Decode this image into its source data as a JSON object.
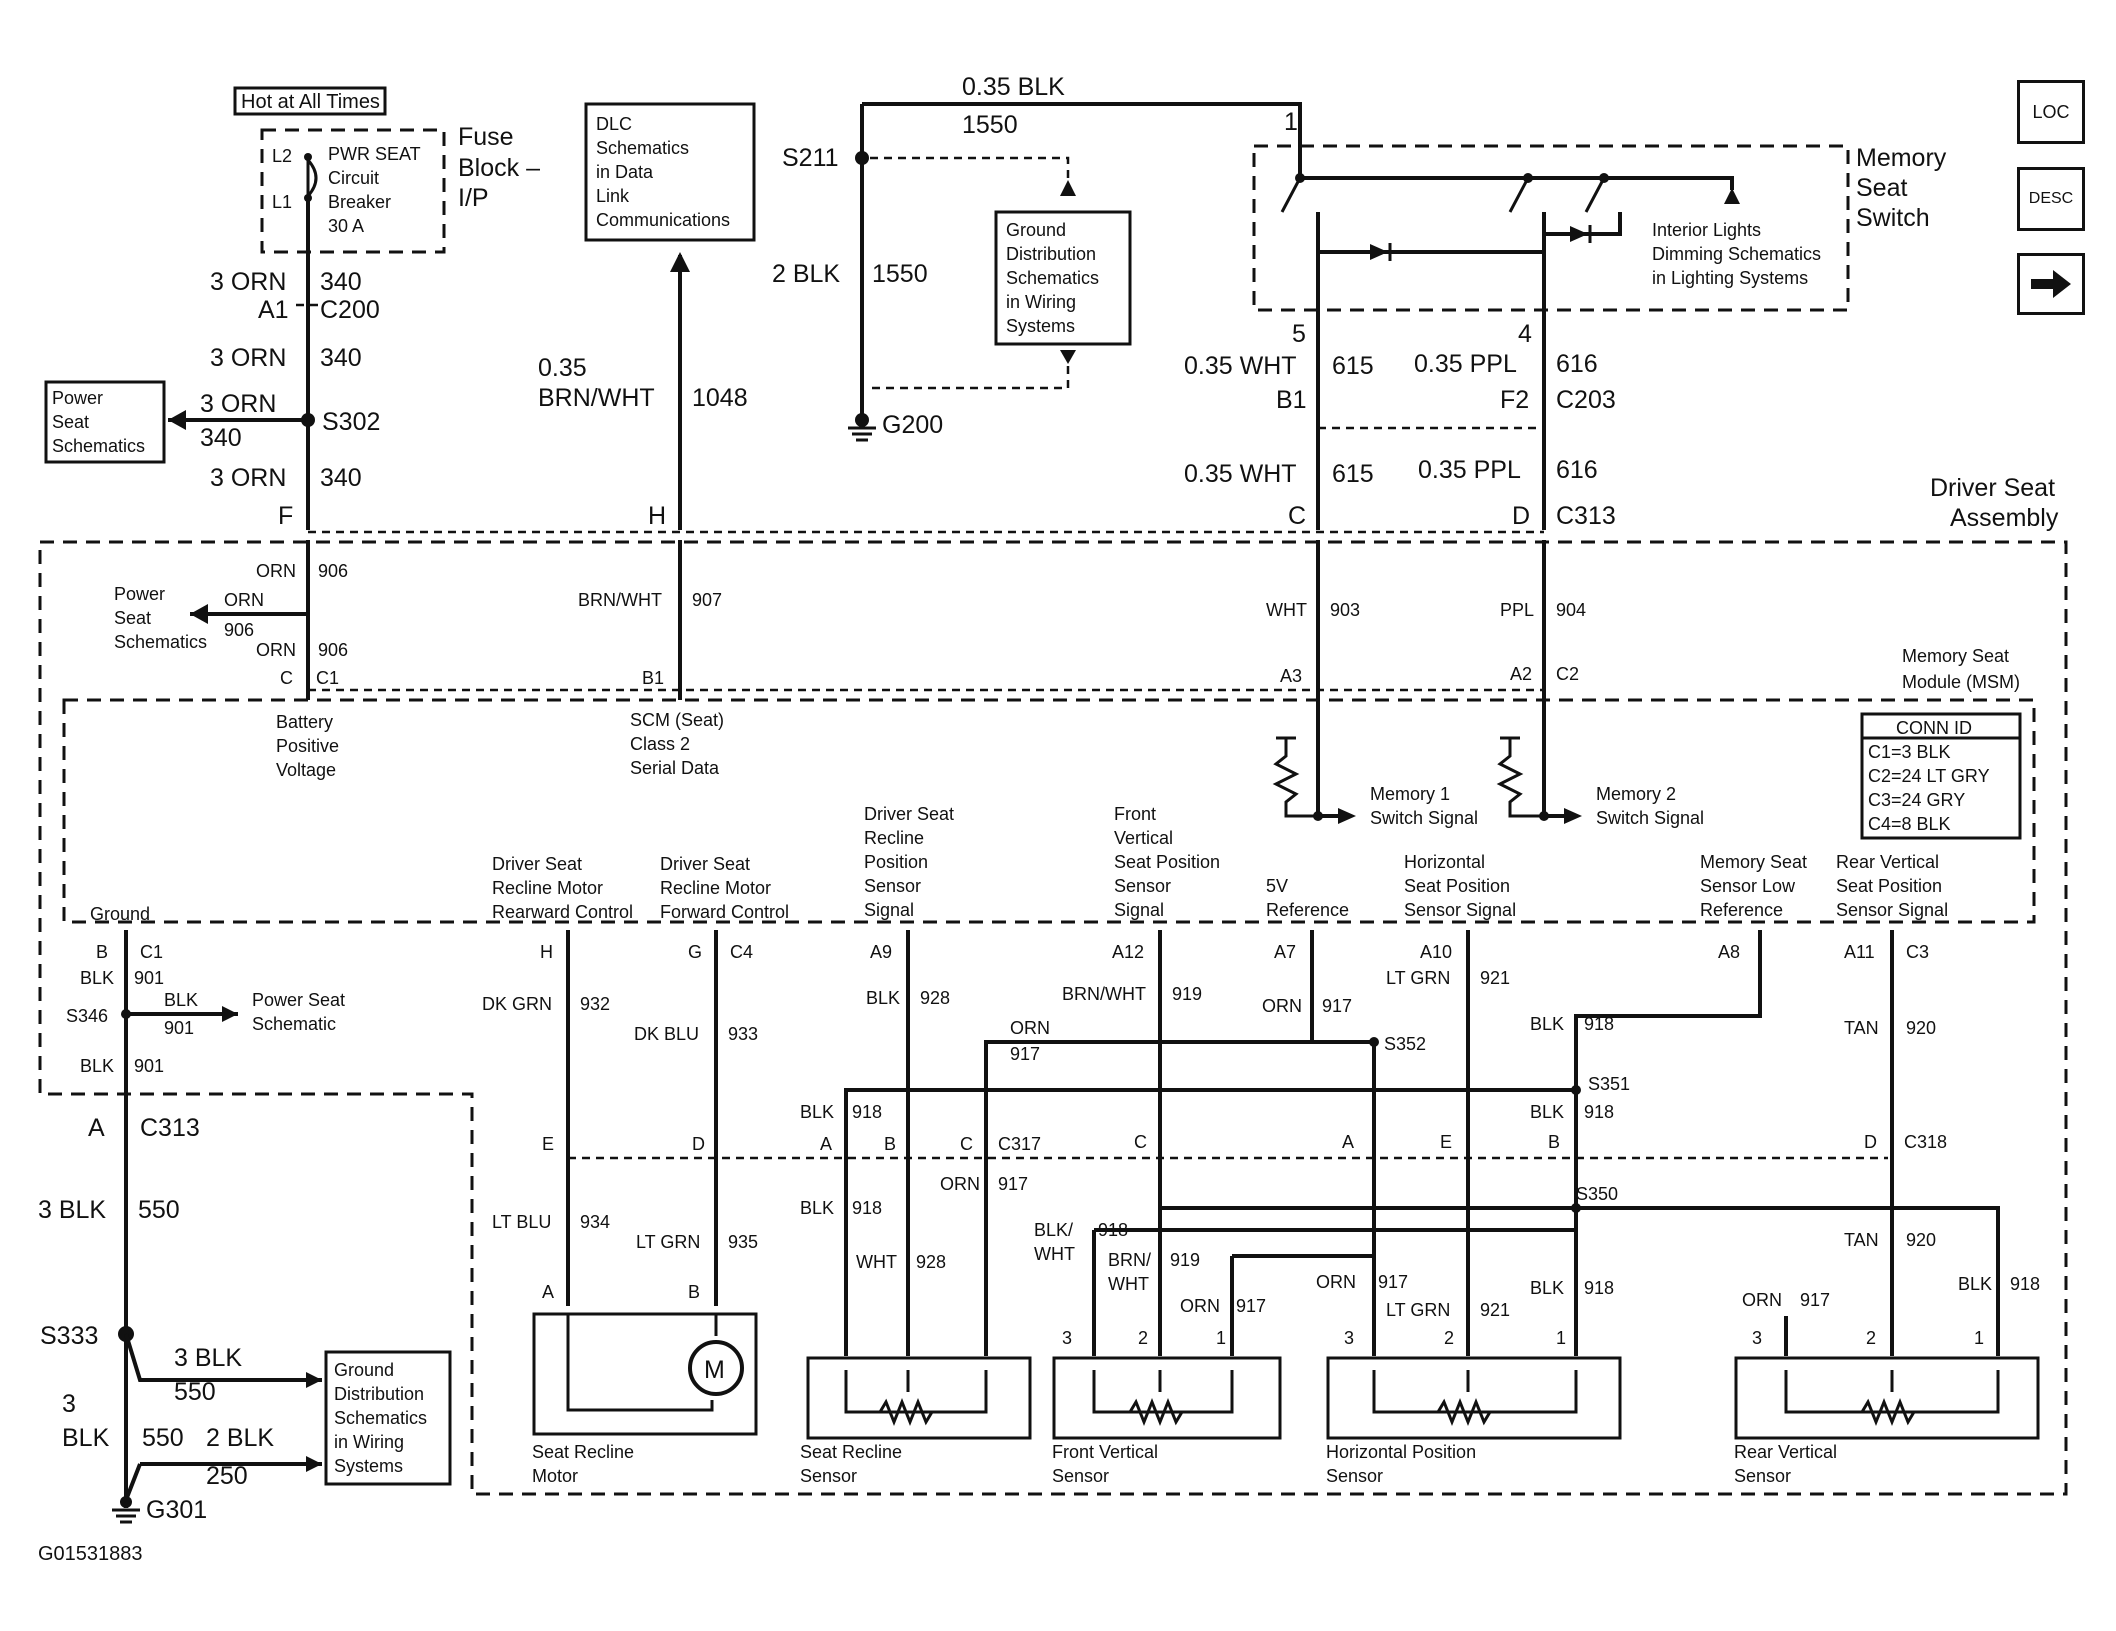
{
  "nav": {
    "loc_label": "LOC",
    "desc_label": "DESC"
  },
  "top": {
    "hot_at_all_times": "Hot at All Times",
    "fuse_block": [
      "Fuse",
      "Block –",
      "I/P"
    ],
    "breaker": [
      "PWR SEAT",
      "Circuit",
      "Breaker",
      "30 A"
    ],
    "breaker_l2": "L2",
    "breaker_l1": "L1",
    "dlc_box": [
      "DLC",
      "Schematics",
      "in Data",
      "Link",
      "Communications"
    ],
    "ground_box_top": [
      "Ground",
      "Distribution",
      "Schematics",
      "in Wiring",
      "Systems"
    ],
    "power_seat_box": [
      "Power",
      "Seat",
      "Schematics"
    ],
    "memory_seat_switch": [
      "Memory",
      "Seat",
      "Switch"
    ],
    "interior_lights": [
      "Interior Lights",
      "Dimming Schematics",
      "in Lighting Systems"
    ],
    "driver_seat_assembly": [
      "Driver Seat",
      "Assembly"
    ]
  },
  "wires": {
    "w_3orn_1": "3 ORN",
    "w_340_1": "340",
    "w_a1": "A1",
    "w_c200": "C200",
    "w_3orn_2": "3 ORN",
    "w_340_2": "340",
    "w_3orn_3": "3 ORN",
    "w_340_3": "340",
    "w_s302": "S302",
    "w_3orn_4": "3 ORN",
    "w_340_4": "340",
    "w_f": "F",
    "w_h": "H",
    "w_c": "C",
    "w_d": "D",
    "w_c313_top": "C313",
    "w_035brnwht_a": "0.35",
    "w_035brnwht_b": "BRN/WHT",
    "w_1048": "1048",
    "w_035blk": "0.35 BLK",
    "w_1550_top": "1550",
    "w_s211": "S211",
    "w_2blk": "2 BLK",
    "w_1550": "1550",
    "w_g200": "G200",
    "w_pin1": "1",
    "w_pin5": "5",
    "w_pin4": "4",
    "w_035wht_1": "0.35 WHT",
    "w_615_1": "615",
    "w_b1": "B1",
    "w_035ppl_1": "0.35 PPL",
    "w_616_1": "616",
    "w_f2": "F2",
    "w_c203": "C203",
    "w_035wht_2": "0.35 WHT",
    "w_615_2": "615",
    "w_035ppl_2": "0.35 PPL",
    "w_616_2": "616"
  },
  "msm": {
    "orn_906a": "ORN",
    "n906a": "906",
    "ps_box2": [
      "Power",
      "Seat",
      "Schematics"
    ],
    "orn_906b": "ORN",
    "n906b": "906",
    "orn_906c": "ORN",
    "n906c": "906",
    "pin_c": "C",
    "pin_c1": "C1",
    "brnwht": "BRN/WHT",
    "n907": "907",
    "pin_b1": "B1",
    "wht": "WHT",
    "n903": "903",
    "pin_a3": "A3",
    "ppl": "PPL",
    "n904": "904",
    "pin_a2": "A2",
    "pin_c2": "C2",
    "module_title": [
      "Memory Seat",
      "Module (MSM)"
    ],
    "bpv": [
      "Battery",
      "Positive",
      "Voltage"
    ],
    "scm": [
      "SCM (Seat)",
      "Class 2",
      "Serial Data"
    ],
    "mem1": [
      "Memory 1",
      "Switch Signal"
    ],
    "mem2": [
      "Memory 2",
      "Switch Signal"
    ],
    "conn_title": "CONN ID",
    "conn_rows": [
      "C1=3 BLK",
      "C2=24 LT GRY",
      "C3=24 GRY",
      "C4=8 BLK"
    ],
    "ground": "Ground",
    "sig_recline_rear": [
      "Driver Seat",
      "Recline Motor",
      "Rearward Control"
    ],
    "sig_recline_fwd": [
      "Driver Seat",
      "Recline Motor",
      "Forward Control"
    ],
    "sig_recline_pos": [
      "Driver Seat",
      "Recline",
      "Position",
      "Sensor",
      "Signal"
    ],
    "sig_front_vert": [
      "Front",
      "Vertical",
      "Seat Position",
      "Sensor",
      "Signal"
    ],
    "sig_5v": [
      "5V",
      "Reference"
    ],
    "sig_horiz": [
      "Horizontal",
      "Seat Position",
      "Sensor Signal"
    ],
    "sig_low_ref": [
      "Memory Seat",
      "Sensor Low",
      "Reference"
    ],
    "sig_rear_vert": [
      "Rear Vertical",
      "Seat Position",
      "Sensor Signal"
    ]
  },
  "lower": {
    "p_b": "B",
    "p_c1": "C1",
    "blk901a": "BLK",
    "n901a": "901",
    "s346": "S346",
    "blk901b": "BLK",
    "n901b": "901",
    "ps_schematic": [
      "Power Seat",
      "Schematic"
    ],
    "blk901c": "BLK",
    "n901c": "901",
    "a": "A",
    "c313": "C313",
    "blk3": "3 BLK",
    "n550": "550",
    "s333": "S333",
    "blk3b": "3 BLK",
    "n550b": "550",
    "blk3c_a": "3",
    "blk3c_b": "BLK",
    "n550c": "550",
    "blk2": "2 BLK",
    "n250": "250",
    "g301": "G301",
    "gd_box": [
      "Ground",
      "Distribution",
      "Schematics",
      "in Wiring",
      "Systems"
    ],
    "figure_id": "G01531883",
    "h": "H",
    "g": "G",
    "c4": "C4",
    "dkgrn": "DK GRN",
    "n932": "932",
    "dkblu": "DK BLU",
    "n933": "933",
    "a9": "A9",
    "blk928": "BLK",
    "n928": "928",
    "a12": "A12",
    "brnwht919": "BRN/WHT",
    "n919": "919",
    "a7": "A7",
    "orn917": "ORN",
    "n917": "917",
    "a10": "A10",
    "ltgrn921": "LT GRN",
    "n921": "921",
    "a8": "A8",
    "a11": "A11",
    "c3": "C3",
    "orn917b": "ORN",
    "n917b": "917",
    "s352": "S352",
    "blk918a": "BLK",
    "n918a": "918",
    "tan920a": "TAN",
    "n920a": "920",
    "s351": "S351",
    "blk918b": "BLK",
    "n918b": "918",
    "blk918c": "BLK",
    "n918c": "918",
    "e1": "E",
    "d1": "D",
    "a1": "A",
    "b1": "B",
    "c1": "C",
    "c317": "C317",
    "c2": "C",
    "a2": "A",
    "e2": "E",
    "b2": "B",
    "d2": "D",
    "c318": "C318",
    "ltblu": "LT BLU",
    "n934": "934",
    "ltgrn": "LT GRN",
    "n935": "935",
    "blk918d": "BLK",
    "n918d": "918",
    "orn917c": "ORN",
    "n917c": "917",
    "s350": "S350",
    "wht928": "WHT",
    "n928b": "928",
    "blkwht_a": "BLK/",
    "blkwht_b": "WHT",
    "n918e": "918",
    "brn_a": "BRN/",
    "brn_b": "WHT",
    "n919b": "919",
    "orn917d": "ORN",
    "n917d": "917",
    "orn917e": "ORN",
    "n917e": "917",
    "ltgrn921b": "LT GRN",
    "n921b": "921",
    "blk918f": "BLK",
    "n918f": "918",
    "orn917f": "ORN",
    "n917f": "917",
    "tan920b": "TAN",
    "n920b": "920",
    "blk918g": "BLK",
    "n918g": "918",
    "mA": "A",
    "mB": "B",
    "motor_m": "M",
    "fv3": "3",
    "fv2": "2",
    "fv1": "1",
    "hp3": "3",
    "hp2": "2",
    "hp1": "1",
    "rv3": "3",
    "rv2": "2",
    "rv1": "1",
    "seat_recline_motor": [
      "Seat Recline",
      "Motor"
    ],
    "seat_recline_sensor": [
      "Seat Recline",
      "Sensor"
    ],
    "front_vertical_sensor": [
      "Front Vertical",
      "Sensor"
    ],
    "horizontal_position_sensor": [
      "Horizontal Position",
      "Sensor"
    ],
    "rear_vertical_sensor": [
      "Rear Vertical",
      "Sensor"
    ]
  }
}
